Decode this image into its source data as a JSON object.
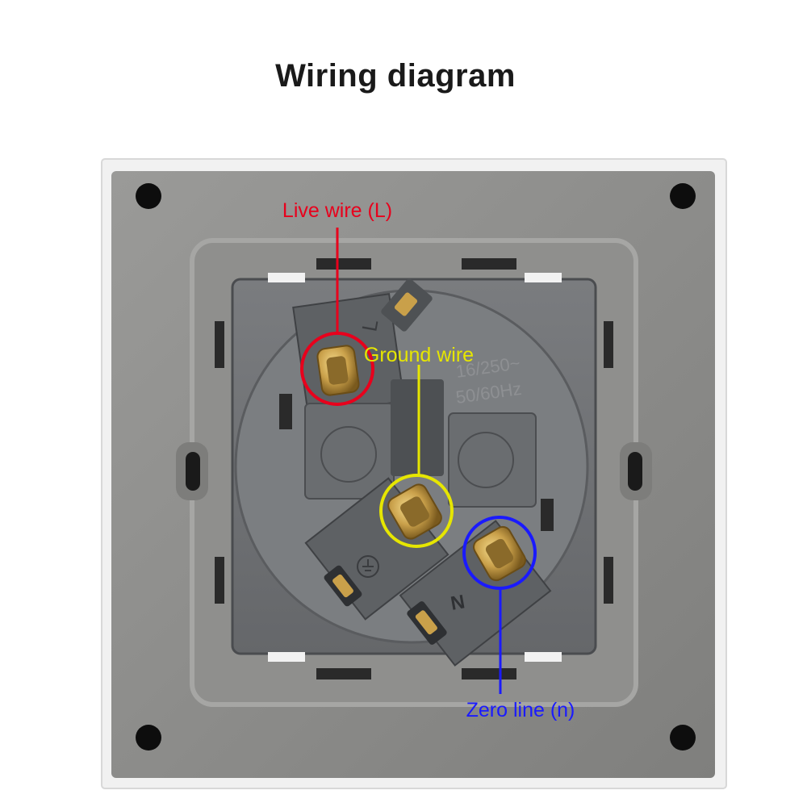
{
  "title": "Wiring diagram",
  "labels": {
    "live": "Live wire (L)",
    "ground": "Ground wire",
    "zero": "Zero line (n)"
  },
  "housing_text": {
    "rating": "16/250~",
    "frequency": "50/60Hz",
    "terminal_l": "L",
    "terminal_n": "N"
  },
  "colors": {
    "live": "#e8001c",
    "ground": "#e6e600",
    "zero": "#1a1aff",
    "plate": "#8b8b89",
    "housing": "#6f7174",
    "brass": "#c9a04a"
  }
}
